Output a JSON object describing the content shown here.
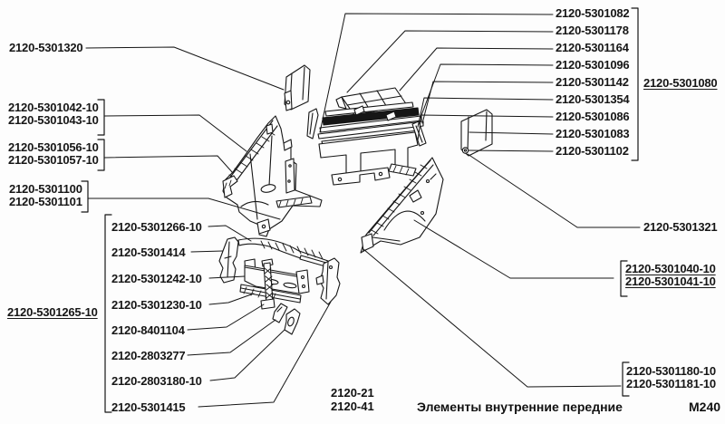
{
  "colors": {
    "ink": "#161616",
    "paper": "#fdfdfd"
  },
  "labels": {
    "part_5301320": "2120-5301320",
    "group_42": [
      "2120-5301042-10",
      "2120-5301043-10"
    ],
    "group_56": [
      "2120-5301056-10",
      "2120-5301057-10"
    ],
    "group_100": [
      "2120-5301100",
      "2120-5301101"
    ],
    "assembly_265": {
      "assembly": "2120-5301265-10",
      "items": [
        "2120-5301266-10",
        "2120-5301414",
        "2120-5301242-10",
        "2120-5301230-10",
        "2120-8401104",
        "2120-2803277",
        "2120-2803180-10",
        "2120-5301415"
      ]
    },
    "assembly_80": {
      "assembly": "2120-5301080",
      "items": [
        "2120-5301082",
        "2120-5301178",
        "2120-5301164",
        "2120-5301096",
        "2120-5301142",
        "2120-5301354",
        "2120-5301086",
        "2120-5301083",
        "2120-5301102"
      ]
    },
    "part_5301321": "2120-5301321",
    "group_40": [
      "2120-5301040-10",
      "2120-5301041-10"
    ],
    "group_180": [
      "2120-5301180-10",
      "2120-5301181-10"
    ]
  },
  "footer": {
    "model_line1": "2120-21",
    "model_line2": "2120-41",
    "caption": "Элементы внутренние передние",
    "page_code": "М240"
  }
}
